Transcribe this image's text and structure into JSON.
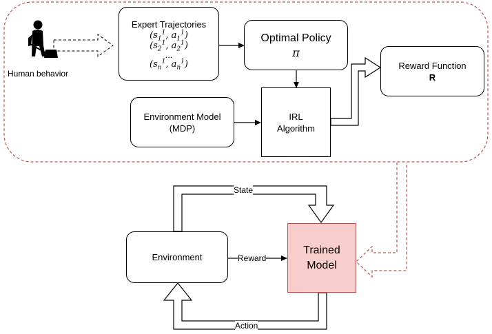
{
  "human": {
    "label": "Human behavior"
  },
  "expert": {
    "title": "Expert Trajectories",
    "rows": [
      {
        "s": "s",
        "s_sub": "1",
        "s_sup": "1",
        "a": "a",
        "a_sub": "1",
        "a_sup": "1"
      },
      {
        "s": "s",
        "s_sub": "2",
        "s_sup": "1",
        "a": "a",
        "a_sub": "2",
        "a_sup": "1"
      },
      {
        "s": "s",
        "s_sub": "n",
        "s_sup": "1",
        "a": "a",
        "a_sub": "n",
        "a_sup": "1"
      }
    ],
    "ellipsis": "..."
  },
  "policy": {
    "title": "Optimal Policy",
    "symbol": "π"
  },
  "reward_fn": {
    "title": "Reward Function",
    "symbol": "R"
  },
  "env_model": {
    "line1": "Environment Model",
    "line2": "(MDP)"
  },
  "irl": {
    "line1": "IRL",
    "line2": "Algorithm"
  },
  "environment": {
    "label": "Environment"
  },
  "trained": {
    "line1": "Trained",
    "line2": "Model"
  },
  "edges": {
    "state": "State",
    "reward": "Reward",
    "action": "Action"
  },
  "colors": {
    "dashed_region": "#b85450",
    "trained_fill": "#f8cecc",
    "trained_border": "#b85450"
  }
}
